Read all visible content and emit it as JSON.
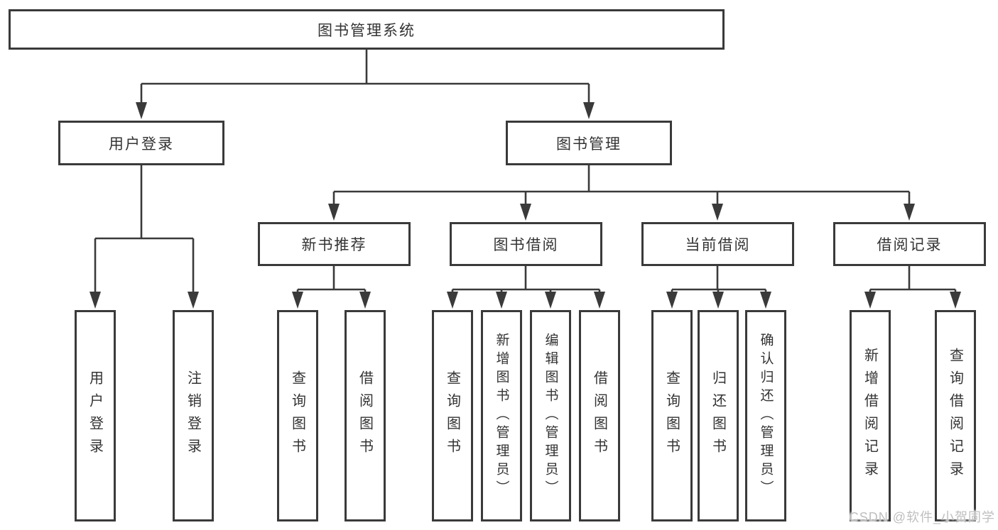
{
  "tree": {
    "label": "图书管理系统",
    "children": [
      {
        "label": "用户登录",
        "children": [
          {
            "label": "用户登录"
          },
          {
            "label": "注销登录"
          }
        ]
      },
      {
        "label": "图书管理",
        "children": [
          {
            "label": "新书推荐",
            "children": [
              {
                "label": "查询图书"
              },
              {
                "label": "借阅图书"
              }
            ]
          },
          {
            "label": "图书借阅",
            "children": [
              {
                "label": "查询图书"
              },
              {
                "label": "新增图书（管理员）"
              },
              {
                "label": "编辑图书（管理员）"
              },
              {
                "label": "借阅图书"
              }
            ]
          },
          {
            "label": "当前借阅",
            "children": [
              {
                "label": "查询图书"
              },
              {
                "label": "归还图书"
              },
              {
                "label": "确认归还（管理员）"
              }
            ]
          },
          {
            "label": "借阅记录",
            "children": [
              {
                "label": "新增借阅记录"
              },
              {
                "label": "查询借阅记录"
              }
            ]
          }
        ]
      }
    ]
  },
  "watermark": {
    "text": "CSDN @软件_小贺同学"
  },
  "colors": {
    "line": "#3a3a3a",
    "fill": "#ffffff",
    "text": "#333333",
    "bg": "#ffffff",
    "watermark": "#bfbfbf"
  }
}
